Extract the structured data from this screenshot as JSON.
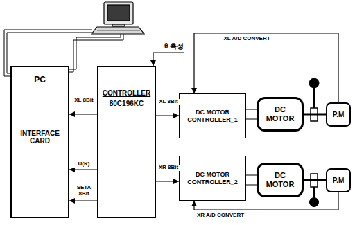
{
  "diagram": {
    "nodes": [
      {
        "text": [
          "PC",
          "INTERFACE CARD"
        ]
      },
      {
        "text": [
          "CONTROLLER",
          "80C196KC"
        ]
      },
      {
        "text": [
          "DC MOTOR CONTROLLER_1"
        ]
      },
      {
        "text": [
          "DC MOTOR"
        ]
      },
      {
        "text": [
          "P.M"
        ]
      },
      {
        "text": [
          "DC MOTOR CONTROLLER_2"
        ]
      },
      {
        "text": [
          "DC MOTOR"
        ]
      },
      {
        "text": [
          "P.M"
        ]
      }
    ],
    "edges": [
      {
        "from": 1,
        "to": 0,
        "arrow": "to",
        "label": "XL 8Bit"
      },
      {
        "from": 1,
        "to": 0,
        "arrow": "to",
        "label": "U(K)"
      },
      {
        "from": 1,
        "to": 0,
        "arrow": "to",
        "label": "SETA 8Bit"
      },
      {
        "from": 1,
        "to": 2,
        "arrow": "to",
        "label": "XL 8Bit"
      },
      {
        "from": 1,
        "to": 5,
        "arrow": "to",
        "label": "XR 8Bit"
      },
      {
        "from": 2,
        "to": 3,
        "arrow": "none"
      },
      {
        "from": 3,
        "to": 4,
        "arrow": "none"
      },
      {
        "from": 4,
        "to": 2,
        "arrow": "to",
        "label": "XL A/D CONVERT"
      },
      {
        "from": 5,
        "to": 6,
        "arrow": "none"
      },
      {
        "from": 6,
        "to": 7,
        "arrow": "none"
      },
      {
        "from": 7,
        "to": 5,
        "arrow": "to",
        "label": "XR A/D CONVERT"
      }
    ],
    "labels": [
      "θ 측정"
    ]
  }
}
